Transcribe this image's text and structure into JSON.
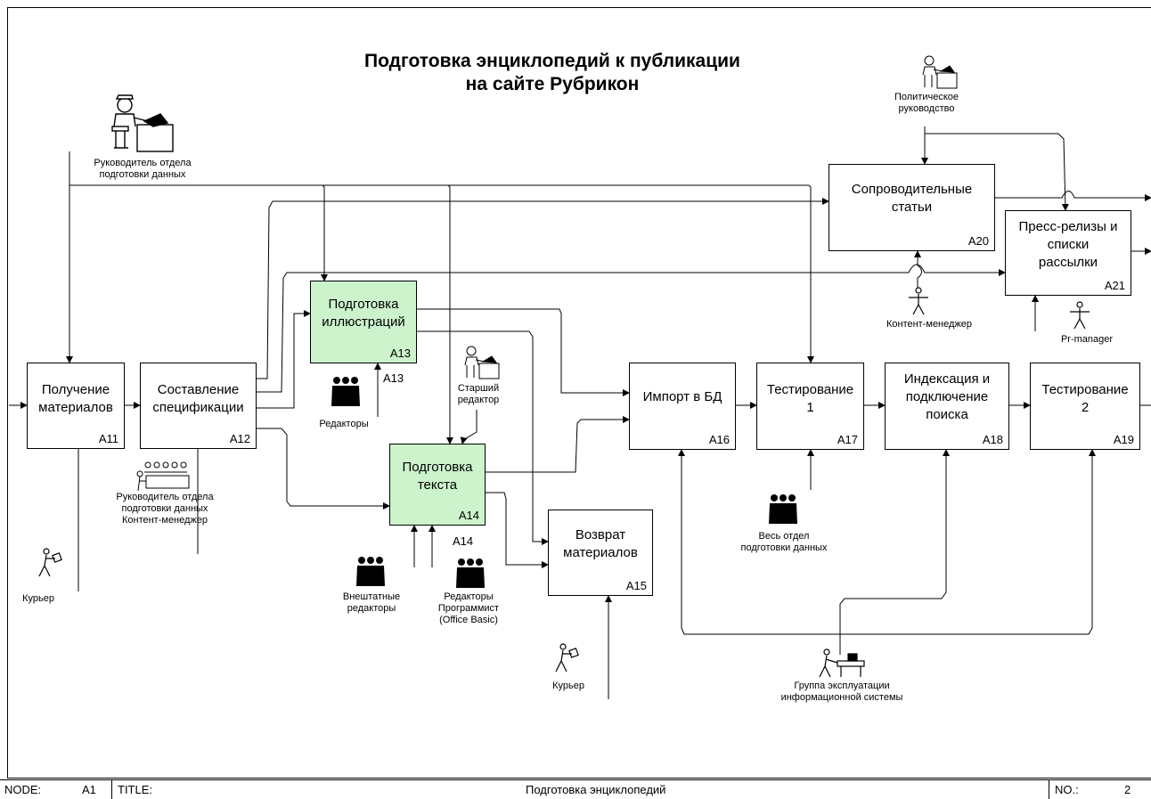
{
  "title": {
    "line1": "Подготовка энциклопедий к публикации",
    "line2": "на сайте Рубрикон"
  },
  "boxes": {
    "a11": {
      "label": "Получение\nматериалов",
      "code": "A11"
    },
    "a12": {
      "label": "Составление\nспецификации",
      "code": "A12"
    },
    "a13": {
      "label": "Подготовка\nиллюстраций",
      "code": "A13"
    },
    "a14": {
      "label": "Подготовка\nтекста",
      "code": "A14"
    },
    "a15": {
      "label": "Возврат\nматериалов",
      "code": "A15"
    },
    "a16": {
      "label": "Импорт в БД",
      "code": "A16"
    },
    "a17": {
      "label": "Тестирование\n1",
      "code": "A17"
    },
    "a18": {
      "label": "Индексация и\nподключение\nпоиска",
      "code": "A18"
    },
    "a19": {
      "label": "Тестирование\n2",
      "code": "A19"
    },
    "a20": {
      "label": "Сопроводительные\nстатьи",
      "code": "A20"
    },
    "a21": {
      "label": "Пресс-релизы и\nсписки\nрассылки",
      "code": "A21"
    }
  },
  "sub_labels": {
    "a13_ref": "A13",
    "a14_ref": "A14"
  },
  "mechanisms": {
    "dept_head": "Руководитель отдела\nподготовки данных",
    "political": "Политическое\nруководство",
    "content_mgr_a20": "Контент-менеджер",
    "pr_manager": "Pr-manager",
    "editors_a13": "Редакторы",
    "senior_editor": "Старший\nредактор",
    "dept_head_content": "Руководитель отдела\nподготовки данных\nКонтент-менеджер",
    "courier_a11": "Курьер",
    "freelance_editors": "Внештатные\nредакторы",
    "editors_programmer": "Редакторы\nПрограммист\n(Office Basic)",
    "courier_a15": "Курьер",
    "whole_dept": "Весь отдел\nподготовки данных",
    "ops_group": "Группа эксплуатации\nинформационной системы"
  },
  "icons": [
    "manager-at-desk-icon",
    "person-star-icon",
    "group-of-people-icon",
    "courier-icon",
    "team-at-table-icon",
    "operator-at-terminal-icon"
  ],
  "colors": {
    "activity_highlight": "#ccf3cc",
    "line": "#000000"
  },
  "footer": {
    "node_label": "NODE:",
    "node_value": "A1",
    "title_label": "TITLE:",
    "title_value": "Подготовка энциклопедий",
    "no_label": "NO.:",
    "no_value": "2"
  }
}
